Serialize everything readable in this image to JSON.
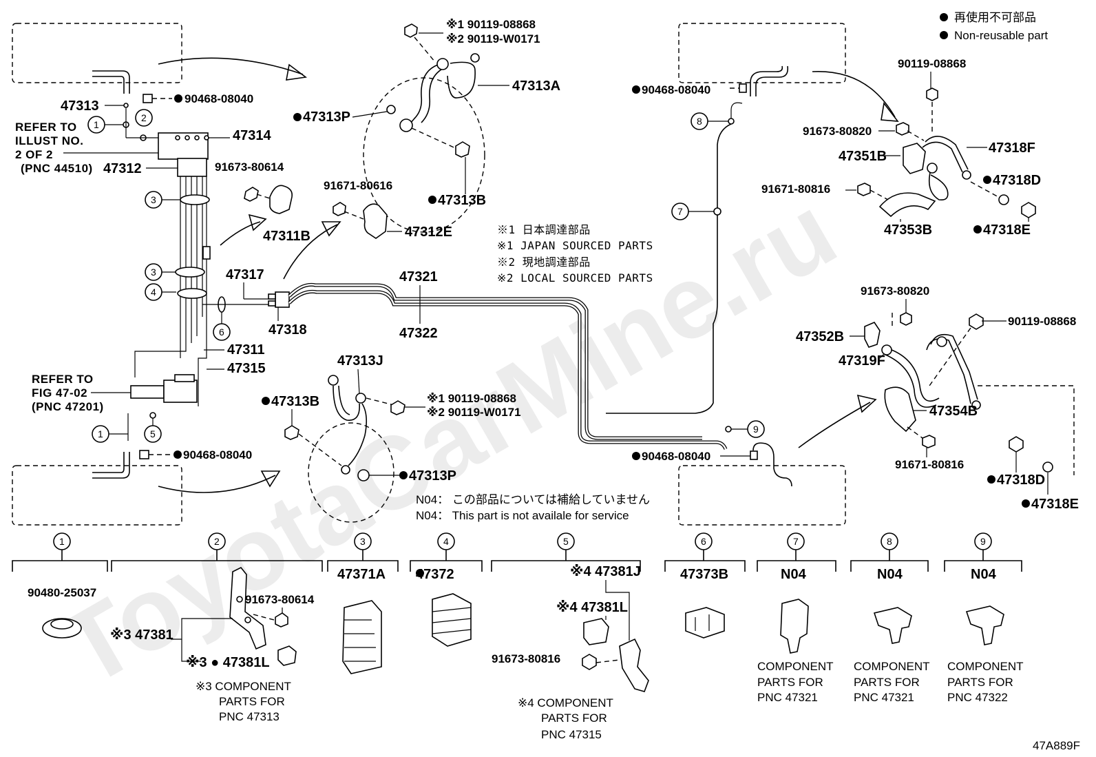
{
  "legend": {
    "non_reusable_jp": "再使用不可部品",
    "non_reusable_en": "Non-reusable part"
  },
  "watermark": "ToyotaCarMine.ru",
  "diagram_code": "47A889F",
  "refer_illust": [
    "REFER TO",
    "ILLUST NO.",
    "2 OF 2",
    "(PNC 44510)"
  ],
  "refer_fig": [
    "REFER TO",
    "FIG 47-02",
    "(PNC 47201)"
  ],
  "notes": {
    "n1_jp": "※1 日本調達部品",
    "n1_en": "※1 JAPAN SOURCED PARTS",
    "n2_jp": "※2 現地調達部品",
    "n2_en": "※2 LOCAL SOURCED PARTS",
    "n04_jp": "N04： この部品については補給していません",
    "n04_en": "N04： This part is not availale for service"
  },
  "parts": {
    "p47313": "47313",
    "p47314": "47314",
    "p47312": "47312",
    "p47311B": "47311B",
    "p47317": "47317",
    "p47318": "47318",
    "p47311": "47311",
    "p47315": "47315",
    "p47321": "47321",
    "p47322": "47322",
    "p47312E": "47312E",
    "p47313A": "47313A",
    "p47313P_top": "47313P",
    "p47313B_top": "47313B",
    "p47313J": "47313J",
    "p47313B_bot": "47313B",
    "p47313P_bot": "47313P",
    "p47351B": "47351B",
    "p47318F": "47318F",
    "p47318D_top": "47318D",
    "p47353B": "47353B",
    "p47318E_top": "47318E",
    "p47352B": "47352B",
    "p47319F": "47319F",
    "p47354B": "47354B",
    "p47318D_bot": "47318D",
    "p47318E_bot": "47318E",
    "b90468_a": "90468-08040",
    "b90468_b": "90468-08040",
    "b90468_c": "90468-08040",
    "b90468_d": "90468-08040",
    "b91673_80614": "91673-80614",
    "b91671_80616": "91671-80616",
    "b90119_08868_top_1": "※1 90119-08868",
    "b90119_W0171_top_2": "※2 90119-W0171",
    "b90119_08868_bot_1": "※1 90119-08868",
    "b90119_W0171_bot_2": "※2 90119-W0171",
    "b90119_08868_r1": "90119-08868",
    "b91673_80820_r1": "91673-80820",
    "b91671_80816_r1": "91671-80816",
    "b91673_80820_r2": "91673-80820",
    "b90119_08868_r2": "90119-08868",
    "b91671_80816_r2": "91671-80816"
  },
  "callouts": [
    "1",
    "2",
    "3",
    "4",
    "5",
    "6",
    "7",
    "8",
    "9"
  ],
  "groups": [
    {
      "num": "1",
      "code": "90480-25037"
    },
    {
      "num": "2",
      "a": "※3 47381",
      "b": "※3 ● 47381L",
      "bolt": "91673-80614",
      "foot": [
        "※3 COMPONENT",
        "PARTS FOR",
        "PNC 47313"
      ]
    },
    {
      "num": "3",
      "code": "47371A"
    },
    {
      "num": "4",
      "code": "47372"
    },
    {
      "num": "5",
      "a": "※4 47381J",
      "b": "※4 47381L",
      "bolt": "91673-80816",
      "foot": [
        "※4 COMPONENT",
        "PARTS FOR",
        "PNC 47315"
      ]
    },
    {
      "num": "6",
      "code": "47373B"
    },
    {
      "num": "7",
      "code": "N04",
      "foot": [
        "COMPONENT",
        "PARTS FOR",
        "PNC 47321"
      ]
    },
    {
      "num": "8",
      "code": "N04",
      "foot": [
        "COMPONENT",
        "PARTS FOR",
        "PNC 47321"
      ]
    },
    {
      "num": "9",
      "code": "N04",
      "foot": [
        "COMPONENT",
        "PARTS FOR",
        "PNC 47322"
      ]
    }
  ]
}
